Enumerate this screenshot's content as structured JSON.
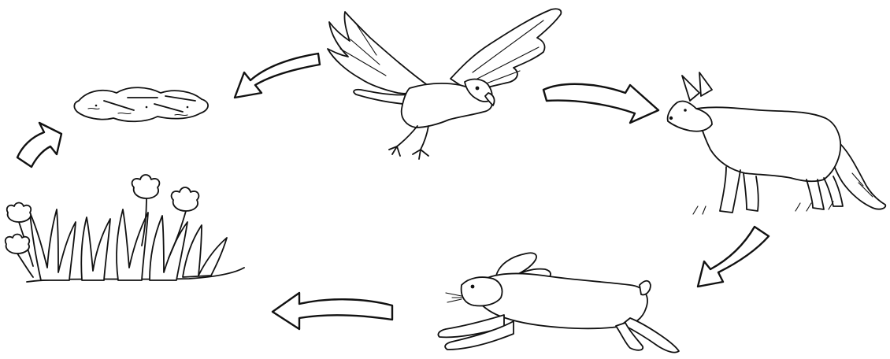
{
  "diagram": {
    "type": "food-cycle",
    "stages": [
      {
        "id": "hawk",
        "icon": "hawk-icon"
      },
      {
        "id": "fox",
        "icon": "fox-icon"
      },
      {
        "id": "rabbit",
        "icon": "rabbit-icon"
      },
      {
        "id": "plants",
        "icon": "plants-icon"
      },
      {
        "id": "decomposing-remains",
        "icon": "remains-icon"
      }
    ],
    "arrows": [
      {
        "from": "hawk",
        "to": "fox"
      },
      {
        "from": "fox",
        "to": "rabbit"
      },
      {
        "from": "rabbit",
        "to": "plants"
      },
      {
        "from": "plants",
        "to": "decomposing-remains"
      },
      {
        "from": "hawk",
        "to": "decomposing-remains"
      }
    ],
    "colors": {
      "line": "#111111",
      "fill": "#ffffff"
    }
  }
}
